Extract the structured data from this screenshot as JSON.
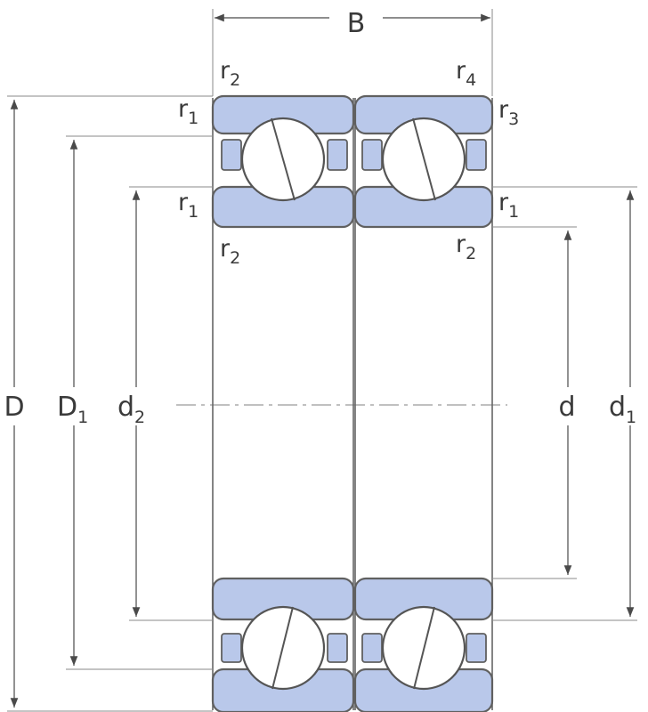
{
  "labels": {
    "B": "B",
    "D": "D",
    "D1": {
      "main": "D",
      "sub": "1"
    },
    "d2": {
      "main": "d",
      "sub": "2"
    },
    "d": "d",
    "d1": {
      "main": "d",
      "sub": "1"
    },
    "r1": {
      "main": "r",
      "sub": "1"
    },
    "r2": {
      "main": "r",
      "sub": "2"
    },
    "r3": {
      "main": "r",
      "sub": "3"
    },
    "r4": {
      "main": "r",
      "sub": "4"
    }
  },
  "colors": {
    "ring_fill": "#b9c8ea",
    "outline": "#606060",
    "text": "#3a3a3a"
  }
}
